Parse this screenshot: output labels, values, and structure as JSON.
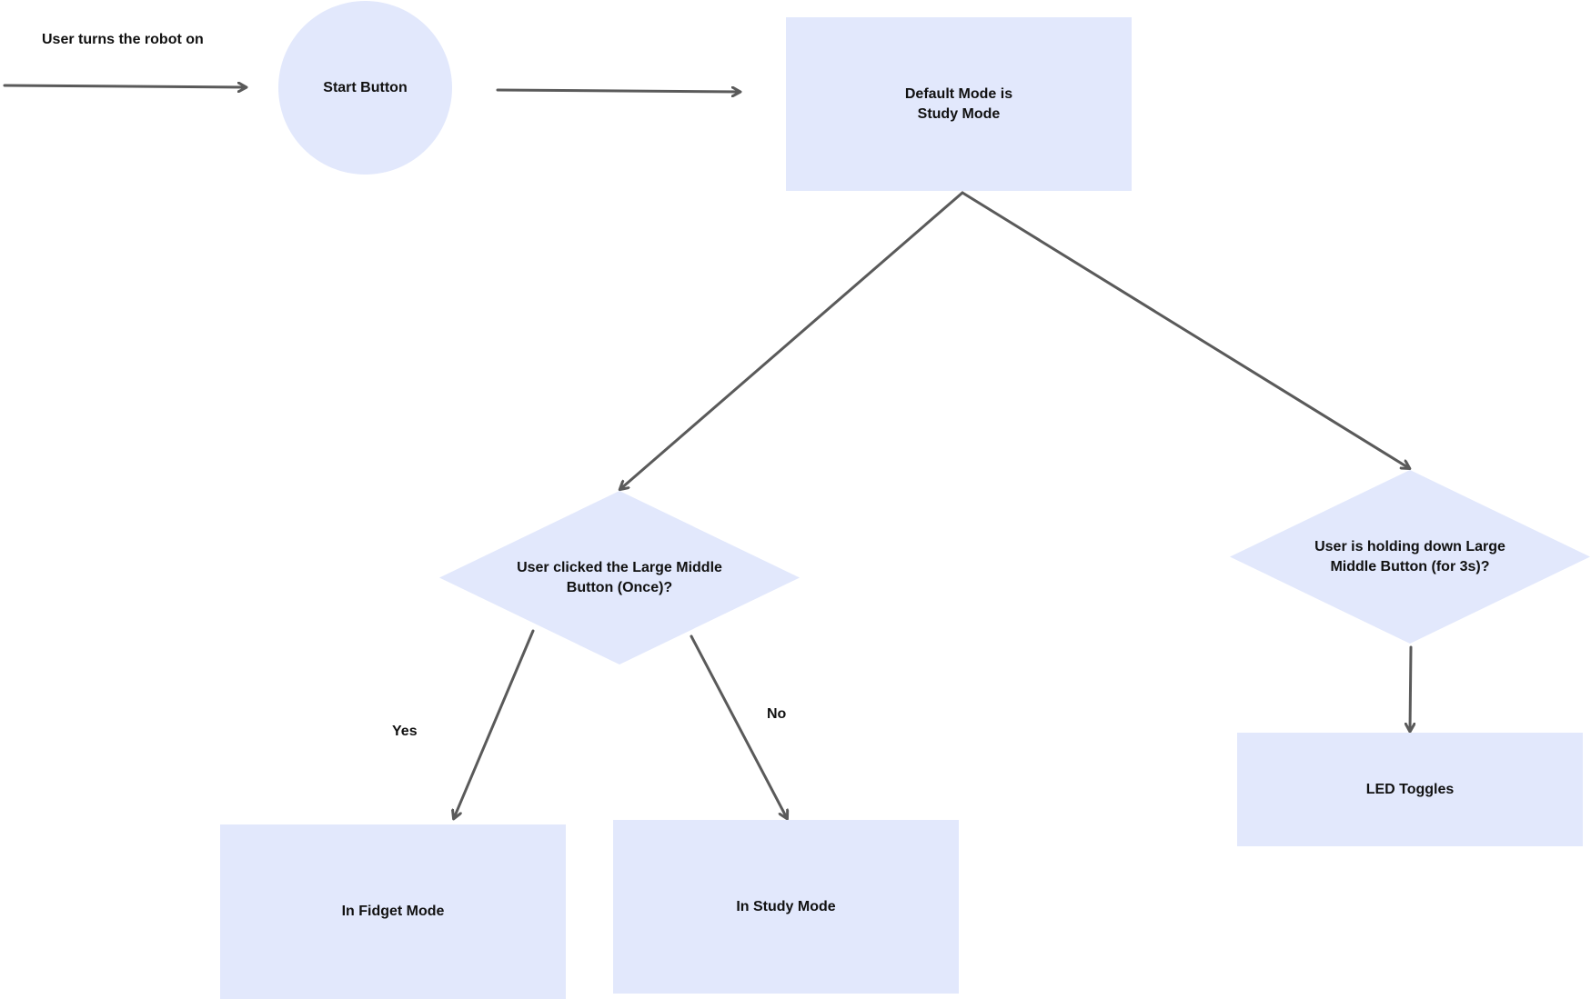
{
  "diagram": {
    "colors": {
      "shape_fill": "#e2e8fc",
      "arrow": "#5a5a5a",
      "text": "#111111"
    },
    "entry_label": "User turns the robot on",
    "nodes": {
      "start": "Start Button",
      "default_mode": "Default Mode is\nStudy Mode",
      "click_decision": "User clicked the Large Middle\nButton (Once)?",
      "hold_decision": "User is holding down Large\nMiddle Button (for 3s)?",
      "fidget_mode": "In Fidget Mode",
      "study_mode": "In Study Mode",
      "led_toggles": "LED Toggles"
    },
    "edge_labels": {
      "yes": "Yes",
      "no": "No"
    }
  }
}
